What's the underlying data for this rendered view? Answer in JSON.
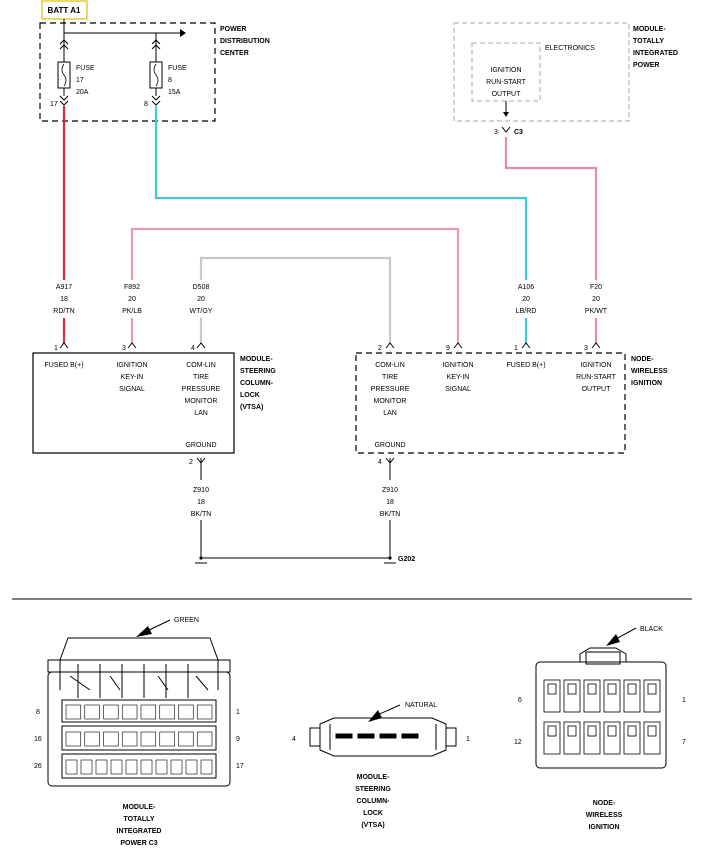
{
  "batt": "BATT A1",
  "pdc": {
    "title": [
      "POWER",
      "DISTRIBUTION",
      "CENTER"
    ],
    "fuse17": {
      "label": "FUSE",
      "num": "17",
      "amps": "20A",
      "pin": "17"
    },
    "fuse8": {
      "label": "FUSE",
      "num": "8",
      "amps": "15A",
      "pin": "8"
    }
  },
  "tipm": {
    "title": [
      "MODULE-",
      "TOTALLY",
      "INTEGRATED",
      "POWER"
    ],
    "electronics": "ELECTRONICS",
    "output": [
      "IGNITION",
      "RUN-START",
      "OUTPUT"
    ],
    "pin": "3",
    "conn": "C3"
  },
  "wires": [
    {
      "circuit": "A917",
      "gauge": "18",
      "color": "RD/TN"
    },
    {
      "circuit": "F892",
      "gauge": "20",
      "color": "PK/LB"
    },
    {
      "circuit": "D508",
      "gauge": "20",
      "color": "WT/GY"
    },
    {
      "circuit": "A106",
      "gauge": "20",
      "color": "LB/RD"
    },
    {
      "circuit": "F20",
      "gauge": "20",
      "color": "PK/WT"
    }
  ],
  "scl": {
    "title": [
      "MODULE-",
      "STEERING",
      "COLUMN-",
      "LOCK",
      "(VTSA)"
    ],
    "pins": [
      {
        "pin": "1",
        "label": [
          "FUSED B(+)"
        ]
      },
      {
        "pin": "3",
        "label": [
          "IGNITION",
          "KEY-IN",
          "SIGNAL"
        ]
      },
      {
        "pin": "4",
        "label": [
          "COM-LIN",
          "TIRE",
          "PRESSURE",
          "MONITOR",
          "LAN"
        ]
      }
    ],
    "ground": "GROUND",
    "ground_pin": "2"
  },
  "wig": {
    "title": [
      "NODE-",
      "WIRELESS",
      "IGNITION"
    ],
    "pins": [
      {
        "pin": "2",
        "label": [
          "COM-LIN",
          "TIRE",
          "PRESSURE",
          "MONITOR",
          "LAN"
        ]
      },
      {
        "pin": "9",
        "label": [
          "IGNITION",
          "KEY-IN",
          "SIGNAL"
        ]
      },
      {
        "pin": "1",
        "label": [
          "FUSED B(+)"
        ]
      },
      {
        "pin": "3",
        "label": [
          "IGNITION",
          "RUN-START",
          "OUTPUT"
        ]
      }
    ],
    "ground": "GROUND",
    "ground_pin": "4"
  },
  "grounds": [
    {
      "circuit": "Z910",
      "gauge": "18",
      "color": "BK/TN"
    },
    {
      "circuit": "Z910",
      "gauge": "18",
      "color": "BK/TN"
    }
  ],
  "g202": "G202",
  "connectors": {
    "c3": {
      "color": "GREEN",
      "rows": [
        [
          "8",
          "1"
        ],
        [
          "16",
          "9"
        ],
        [
          "26",
          "17"
        ]
      ],
      "title": [
        "MODULE-",
        "TOTALLY",
        "INTEGRATED",
        "POWER C3"
      ]
    },
    "scl": {
      "color": "NATURAL",
      "left": "4",
      "right": "1",
      "title": [
        "MODULE-",
        "STEERING",
        "COLUMN-",
        "LOCK",
        "(VTSA)"
      ]
    },
    "wig": {
      "color": "BLACK",
      "rows": [
        [
          "6",
          "1"
        ],
        [
          "12",
          "7"
        ]
      ],
      "title": [
        "NODE-",
        "WIRELESS",
        "IGNITION"
      ]
    }
  },
  "colors": {
    "red": "#d0303a",
    "cyan": "#46c8d4",
    "pink": "#e89aae",
    "gray": "#c8c8c8",
    "pkwt": "#e68aa6",
    "batt_border": "#e8c840"
  }
}
